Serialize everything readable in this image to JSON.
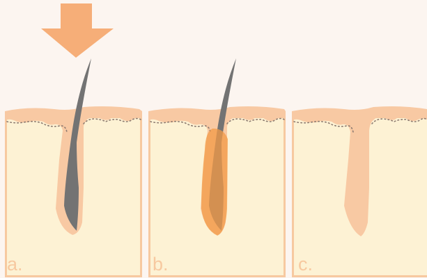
{
  "panels": [
    {
      "label": "a."
    },
    {
      "label": "b."
    },
    {
      "label": "c."
    }
  ],
  "colors": {
    "background": "#fcf5f0",
    "skin_fill": "#fdf2d4",
    "skin_border": "#f7c9a0",
    "epidermis": "#f8c9a3",
    "follicle": "#f6c49c",
    "hair": "#737373",
    "treatment_glow": "#f39a45",
    "arrow": "#f6ae78",
    "dots": "#8c7a70"
  },
  "icons": {
    "arrow": "down-arrow-icon"
  }
}
